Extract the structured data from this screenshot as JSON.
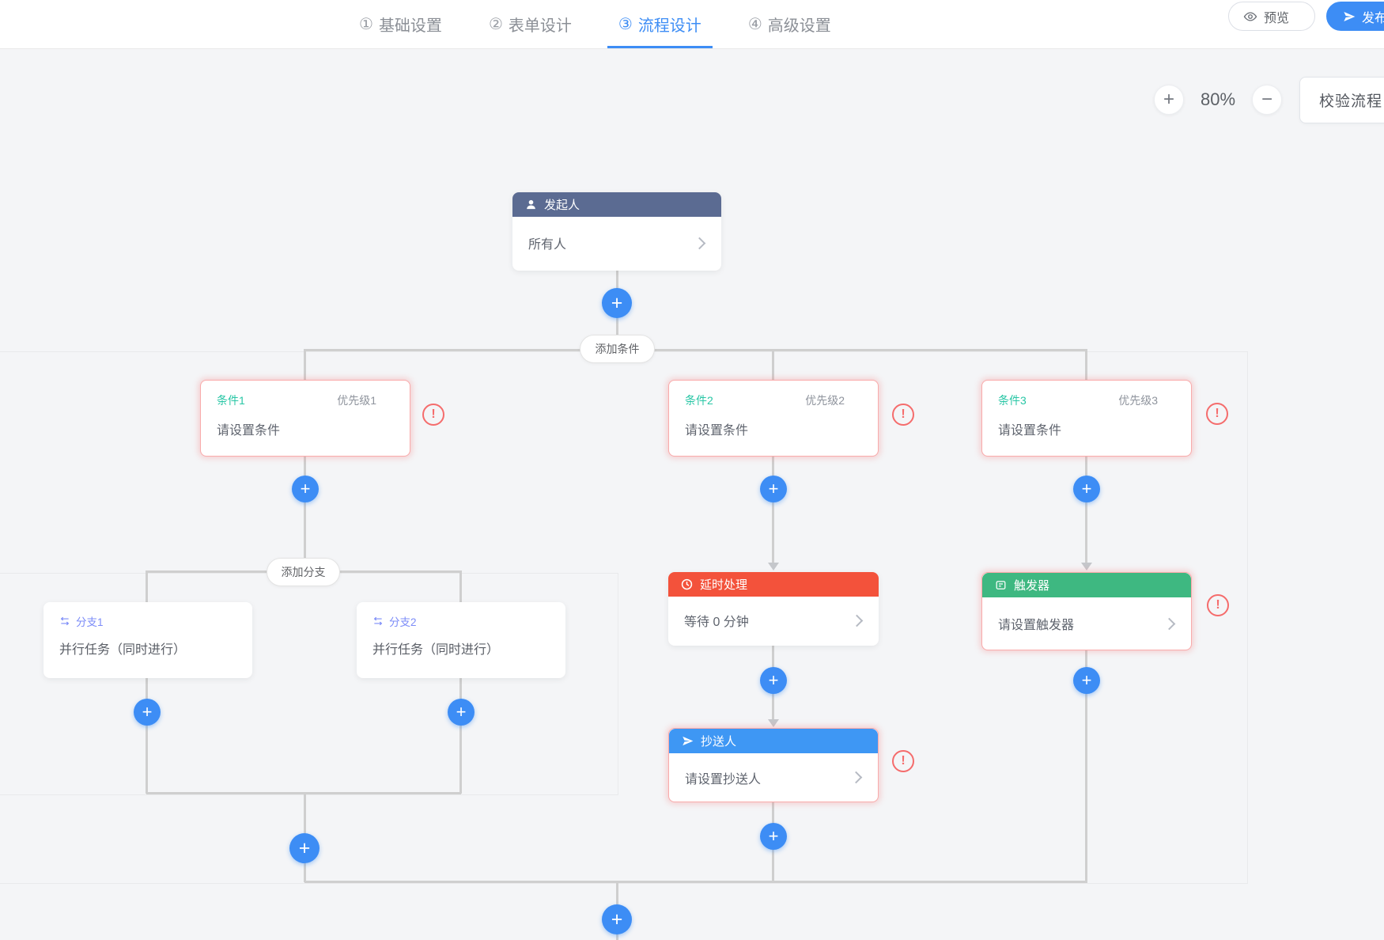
{
  "header": {
    "tabs": [
      {
        "num": "①",
        "label": "基础设置"
      },
      {
        "num": "②",
        "label": "表单设计"
      },
      {
        "num": "③",
        "label": "流程设计"
      },
      {
        "num": "④",
        "label": "高级设置"
      }
    ],
    "preview_label": "预览",
    "publish_label": "发布"
  },
  "toolbar": {
    "zoom_in": "+",
    "zoom_level": "80%",
    "zoom_out": "−",
    "validate_label": "校验流程"
  },
  "flow": {
    "initiator": {
      "title": "发起人",
      "body": "所有人"
    },
    "add_condition_label": "添加条件",
    "add_branch_label": "添加分支",
    "conditions": [
      {
        "title": "条件1",
        "priority": "优先级1",
        "body": "请设置条件"
      },
      {
        "title": "条件2",
        "priority": "优先级2",
        "body": "请设置条件"
      },
      {
        "title": "条件3",
        "priority": "优先级3",
        "body": "请设置条件"
      }
    ],
    "branches": [
      {
        "title": "分支1",
        "body": "并行任务（同时进行）"
      },
      {
        "title": "分支2",
        "body": "并行任务（同时进行）"
      }
    ],
    "delay": {
      "title": "延时处理",
      "body": "等待 0 分钟"
    },
    "cc": {
      "title": "抄送人",
      "body": "请设置抄送人"
    },
    "trigger": {
      "title": "触发器",
      "body": "请设置触发器"
    }
  },
  "icons": {
    "plus": "+",
    "exclamation": "!"
  },
  "colors": {
    "accent_blue": "#3d8df5",
    "initiator_header": "#5b6b92",
    "delay_header": "#f3523b",
    "cc_header": "#3e97f4",
    "trigger_header": "#3eb881",
    "condition_title_teal": "#28c6a5",
    "branch_title_purple": "#7c8cf8",
    "error_red": "#f56c6c",
    "connector_gray": "#cfcfcf"
  }
}
